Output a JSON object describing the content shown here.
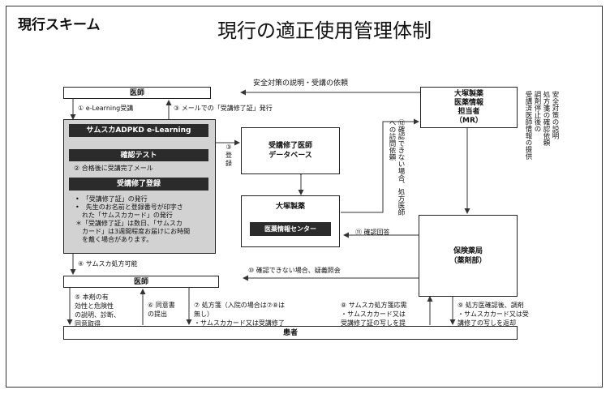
{
  "header": {
    "scheme_label": "現行スキーム",
    "title": "現行の適正使用管理体制"
  },
  "nodes": {
    "doctor_top": "医師",
    "doctor_mid": "医師",
    "patient": "患者",
    "database": "受講修了医師\nデータベース",
    "otsuka": "大塚製薬",
    "info_center": "医薬情報センター",
    "mr": "大塚製薬\n医薬情報\n担当者\n（MR）",
    "pharmacy": "保険薬局\n（薬剤部）"
  },
  "elearning": {
    "header": "サムスカADPKD e-Learning",
    "test": "確認テスト",
    "pass_note": "② 合格後に受講完了メール",
    "registration": "受講修了登録",
    "notes": [
      "•　「受講修了証」の発行",
      "•　先生のお名前と登録番号が印字さ\nれた「サムスカカード」の発行",
      "＊「受講修了証」は数日、「サムスカ\nカード」は3週間程度お届けにお時間\nを戴く場合があります。"
    ]
  },
  "labels": {
    "safety_request": "安全対策の説明・受講の依頼",
    "step1": "① e-Learning受講",
    "step3_mail": "③ メールでの「受講修了証」発行",
    "step3_reg": "③\n登\n録",
    "step4": "④ サムスカ処方可能",
    "step5": "⑤ 本剤の有\n効性と危険性\nの説明、診断、\n同意取得",
    "step6": "⑥ 同意書\nの提出",
    "step7": "⑦ 処方箋（入院の場合は⑦⑧は\n無し）\n・サムスカカード又は受講修了\n証の写しを交付",
    "step8": "⑧ サムスカ処方箋応需\n・サムスカカード又は\n受講修了証の写しを提\n示",
    "step9": "⑨ 処方医確認後、調剤\n・サムスカカード又は受\n講修了の写しを返却",
    "step10": "⑩ 確認できない場合、疑義照会",
    "step11": "⑪ 確認回答",
    "step12": "⑫確認できない場合、処方医師への訪問依頼",
    "mr_side": "安全対策の説明\n処方箋の確認依頼\n調剤停止後の\n受講済医師情報の提供"
  }
}
